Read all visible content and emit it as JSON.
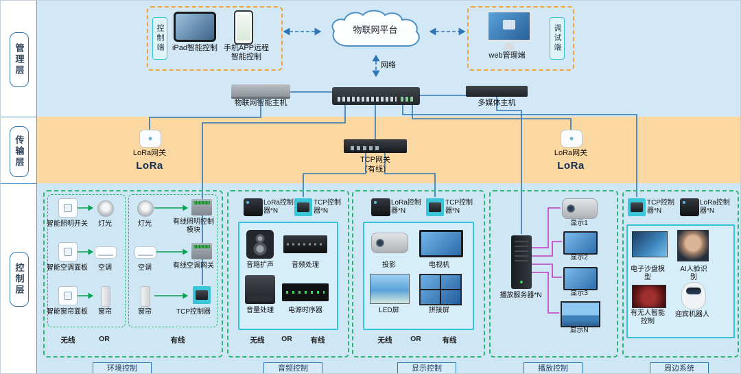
{
  "sidebar": {
    "management": "管理层",
    "transmission": "传输层",
    "control": "控制层"
  },
  "management": {
    "control_terminal": "控制端",
    "debug_terminal": "调试端",
    "ipad": "iPad智能控制",
    "phone_app": "手机APP远程智能控制",
    "cloud": "物联网平台",
    "web_admin": "web管理端",
    "network": "网络",
    "iot_host": "物联网智能主机",
    "multimedia_host": "多媒体主机"
  },
  "transmission": {
    "lora_gateway_left": "LoRa网关",
    "lora_gateway_right": "LoRa网关",
    "lora_logo": "LoRa",
    "tcp_gateway": "TCP网关",
    "tcp_gateway_sub": "（有线）"
  },
  "control": {
    "wireless": "无线",
    "or": "OR",
    "wired": "有线",
    "environment": {
      "badge": "环境控制",
      "wireless_pairs": [
        {
          "left": "智能照明开关",
          "right": "灯光"
        },
        {
          "left": "智能空调面板",
          "right": "空调"
        },
        {
          "left": "智能窗帘面板",
          "right": "窗帘"
        }
      ],
      "wired_pairs": [
        {
          "left": "灯光",
          "right": "有线照明控制模块"
        },
        {
          "left": "空调",
          "right": "有线空调网关"
        },
        {
          "left": "窗帘",
          "right": "TCP控制器"
        }
      ]
    },
    "audio": {
      "badge": "音频控制",
      "lora_controller": "LoRa控制器*N",
      "tcp_controller": "TCP控制器*N",
      "devices": [
        "音箱扩声",
        "音频处理",
        "音量处理",
        "电源时序器"
      ]
    },
    "display": {
      "badge": "显示控制",
      "lora_controller": "LoRa控制器*N",
      "tcp_controller": "TCP控制器*N",
      "devices": [
        "投影",
        "电视机",
        "LED屏",
        "拼接屏"
      ]
    },
    "playback": {
      "badge": "播放控制",
      "server": "播放服务器*N",
      "displays": [
        "显示1",
        "显示2",
        "显示3",
        "显示N"
      ]
    },
    "peripheral": {
      "badge": "周边系统",
      "tcp_controller": "TCP控制器*N",
      "lora_controller": "LoRa控制器*N",
      "devices": [
        "电子沙盘模型",
        "AI人脸识别",
        "有无人智能控制",
        "迎宾机器人"
      ]
    }
  }
}
